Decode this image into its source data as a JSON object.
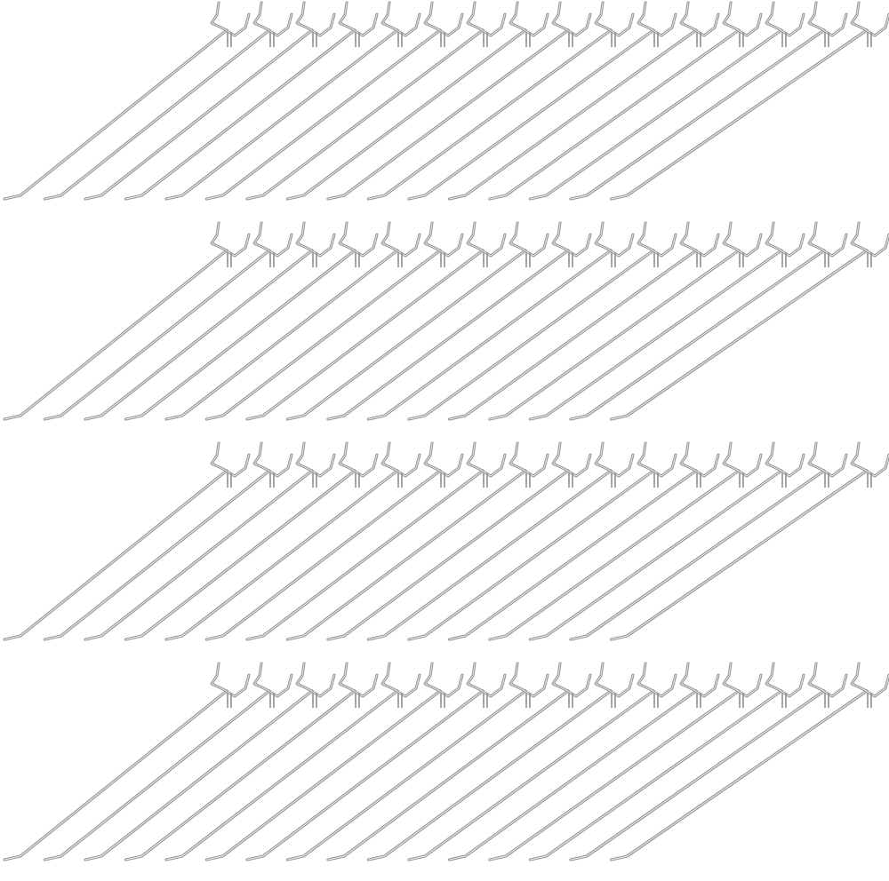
{
  "image": {
    "subject": "pegboard-hooks",
    "rows": 4,
    "hooks_per_row": 16,
    "background_color": "#ffffff",
    "wire_color": "#8f8f8f",
    "highlight_color": "#e6e6e6"
  }
}
